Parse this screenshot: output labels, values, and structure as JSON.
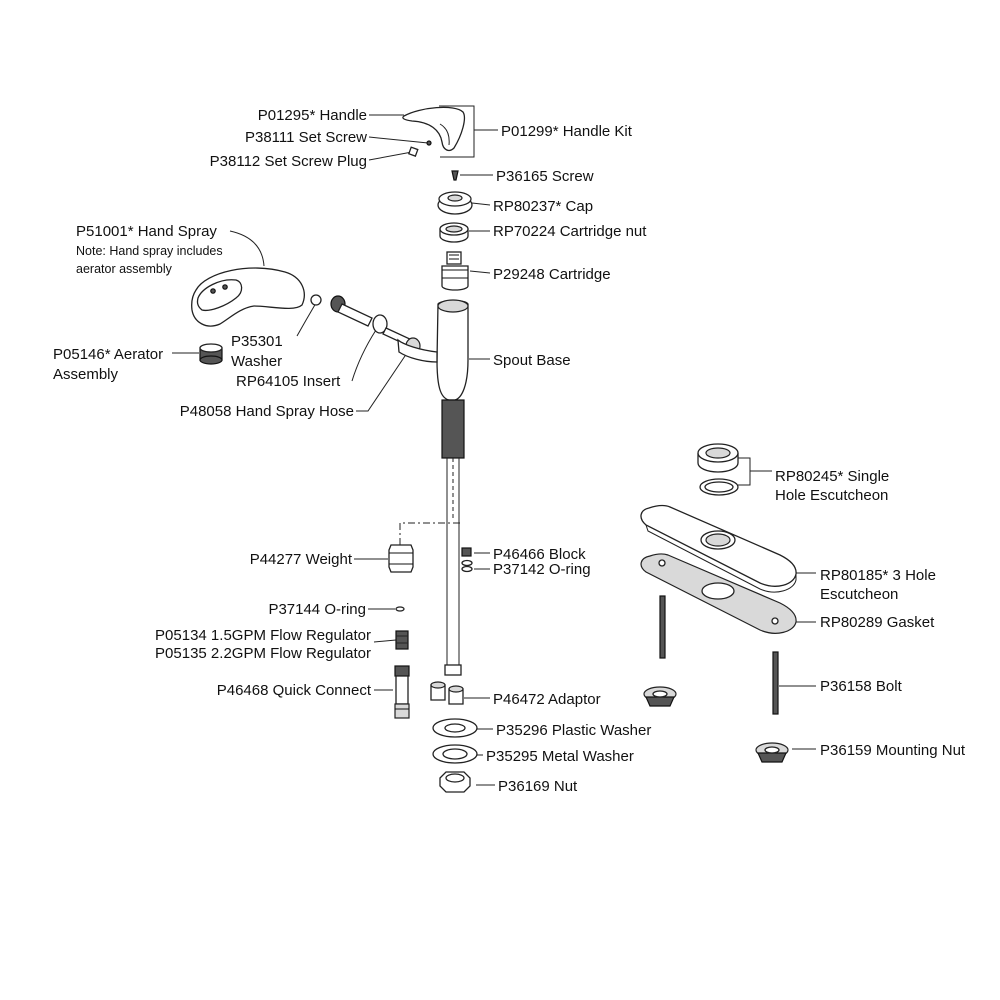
{
  "labels": {
    "handle": "P01295* Handle",
    "handle_kit": "P01299* Handle Kit",
    "set_screw": "P38111 Set Screw",
    "set_screw_plug": "P38112 Set Screw Plug",
    "screw": "P36165 Screw",
    "cap": "RP80237* Cap",
    "cartridge_nut": "RP70224 Cartridge nut",
    "cartridge": "P29248 Cartridge",
    "hand_spray": "P51001* Hand Spray",
    "hand_spray_note_1": "Note: Hand spray includes",
    "hand_spray_note_2": "aerator assembly",
    "washer_1": "P35301",
    "washer_2": "Washer",
    "aerator_1": "P05146* Aerator",
    "aerator_2": "Assembly",
    "insert": "RP64105 Insert",
    "spout_base": "Spout Base",
    "hand_spray_hose": "P48058 Hand Spray Hose",
    "single_hole_esc_1": "RP80245* Single",
    "single_hole_esc_2": "Hole Escutcheon",
    "weight": "P44277 Weight",
    "block": "P46466 Block",
    "o_ring_block": "P37142 O-ring",
    "three_hole_esc_1": "RP80185* 3 Hole",
    "three_hole_esc_2": "Escutcheon",
    "o_ring_weight": "P37144 O-ring",
    "gasket": "RP80289 Gasket",
    "flow_reg_15": "P05134 1.5GPM Flow Regulator",
    "flow_reg_22": "P05135 2.2GPM Flow Regulator",
    "bolt": "P36158 Bolt",
    "quick_connect": "P46468 Quick Connect",
    "adaptor": "P46472 Adaptor",
    "plastic_washer": "P35296 Plastic Washer",
    "mounting_nut": "P36159 Mounting Nut",
    "metal_washer": "P35295 Metal Washer",
    "nut": "P36169 Nut"
  }
}
